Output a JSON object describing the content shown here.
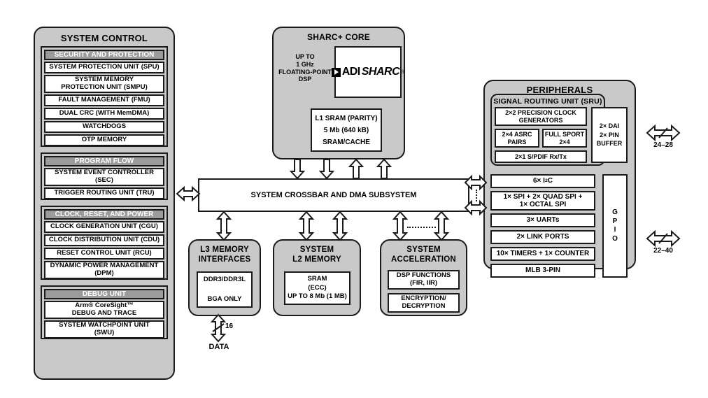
{
  "system_control": {
    "title": "SYSTEM CONTROL",
    "sections": [
      {
        "head": "SECURITY AND PROTECTION",
        "items": [
          "SYSTEM PROTECTION UNIT (SPU)",
          "SYSTEM MEMORY\nPROTECTION UNIT (SMPU)",
          "FAULT MANAGEMENT (FMU)",
          "DUAL CRC (WITH MemDMA)",
          "WATCHDOGS",
          "OTP MEMORY"
        ]
      },
      {
        "head": "PROGRAM FLOW",
        "items": [
          "SYSTEM EVENT CONTROLLER\n(SEC)",
          "TRIGGER ROUTING UNIT (TRU)"
        ]
      },
      {
        "head": "CLOCK, RESET, AND POWER",
        "items": [
          "CLOCK GENERATION UNIT (CGU)",
          "CLOCK DISTRIBUTION UNIT (CDU)",
          "RESET CONTROL UNIT (RCU)",
          "DYNAMIC POWER MANAGEMENT\n(DPM)"
        ]
      },
      {
        "head": "DEBUG UNIT",
        "items": [
          "Arm® CoreSight™\nDEBUG AND TRACE",
          "SYSTEM WATCHPOINT UNIT\n(SWU)"
        ]
      }
    ]
  },
  "sharc_core": {
    "title": "SHARC+ CORE",
    "dsp_text": "UP TO\n1 GHz\nFLOATING-POINT\nDSP",
    "logo": {
      "mark": "ADI",
      "word": "SHARC",
      "tm": "®"
    },
    "l1_sram": "L1 SRAM (PARITY)\n5 Mb (640 kB)\nSRAM/CACHE"
  },
  "crossbar": {
    "label": "SYSTEM CROSSBAR AND DMA SUBSYSTEM"
  },
  "l3_memory": {
    "title": "L3 MEMORY\nINTERFACES",
    "box": "DDR3/DDR3L\n\nBGA ONLY",
    "bus_width": "16",
    "bus_label": "DATA"
  },
  "l2_memory": {
    "title": "SYSTEM\nL2 MEMORY",
    "box": "SRAM\n(ECC)\nUP TO 8 Mb (1 MB)"
  },
  "sys_accel": {
    "title": "SYSTEM\nACCELERATION",
    "boxes": [
      "DSP FUNCTIONS\n(FIR, IIR)",
      "ENCRYPTION/\nDECRYPTION"
    ]
  },
  "peripherals": {
    "title": "PERIPHERALS",
    "sru": {
      "title": "SIGNAL ROUTING UNIT (SRU)",
      "clock_gen": "2×2 PRECISION CLOCK\nGENERATORS",
      "asrc": "2×4 ASRC\nPAIRS",
      "sport": "FULL SPORT\n2×4",
      "spdif": "2×1 S/PDIF Rx/Tx",
      "dai": "2× DAI\n2× PIN\nBUFFER"
    },
    "items": [
      "6× I²C",
      "1× SPI + 2× QUAD SPI +\n1× OCTAL SPI",
      "3× UARTs",
      "2× LINK PORTS",
      "10× TIMERS + 1× COUNTER",
      "MLB 3-PIN"
    ],
    "gpio": "GPIO",
    "pin_labels": {
      "dai": "24–28",
      "gpio": "22–40"
    }
  },
  "colors": {
    "panel_fill": "#c9c9c9",
    "header_fill": "#9b9b9b",
    "header_text": "#ffffff",
    "box_fill": "#ffffff",
    "stroke": "#1a1a1a"
  }
}
